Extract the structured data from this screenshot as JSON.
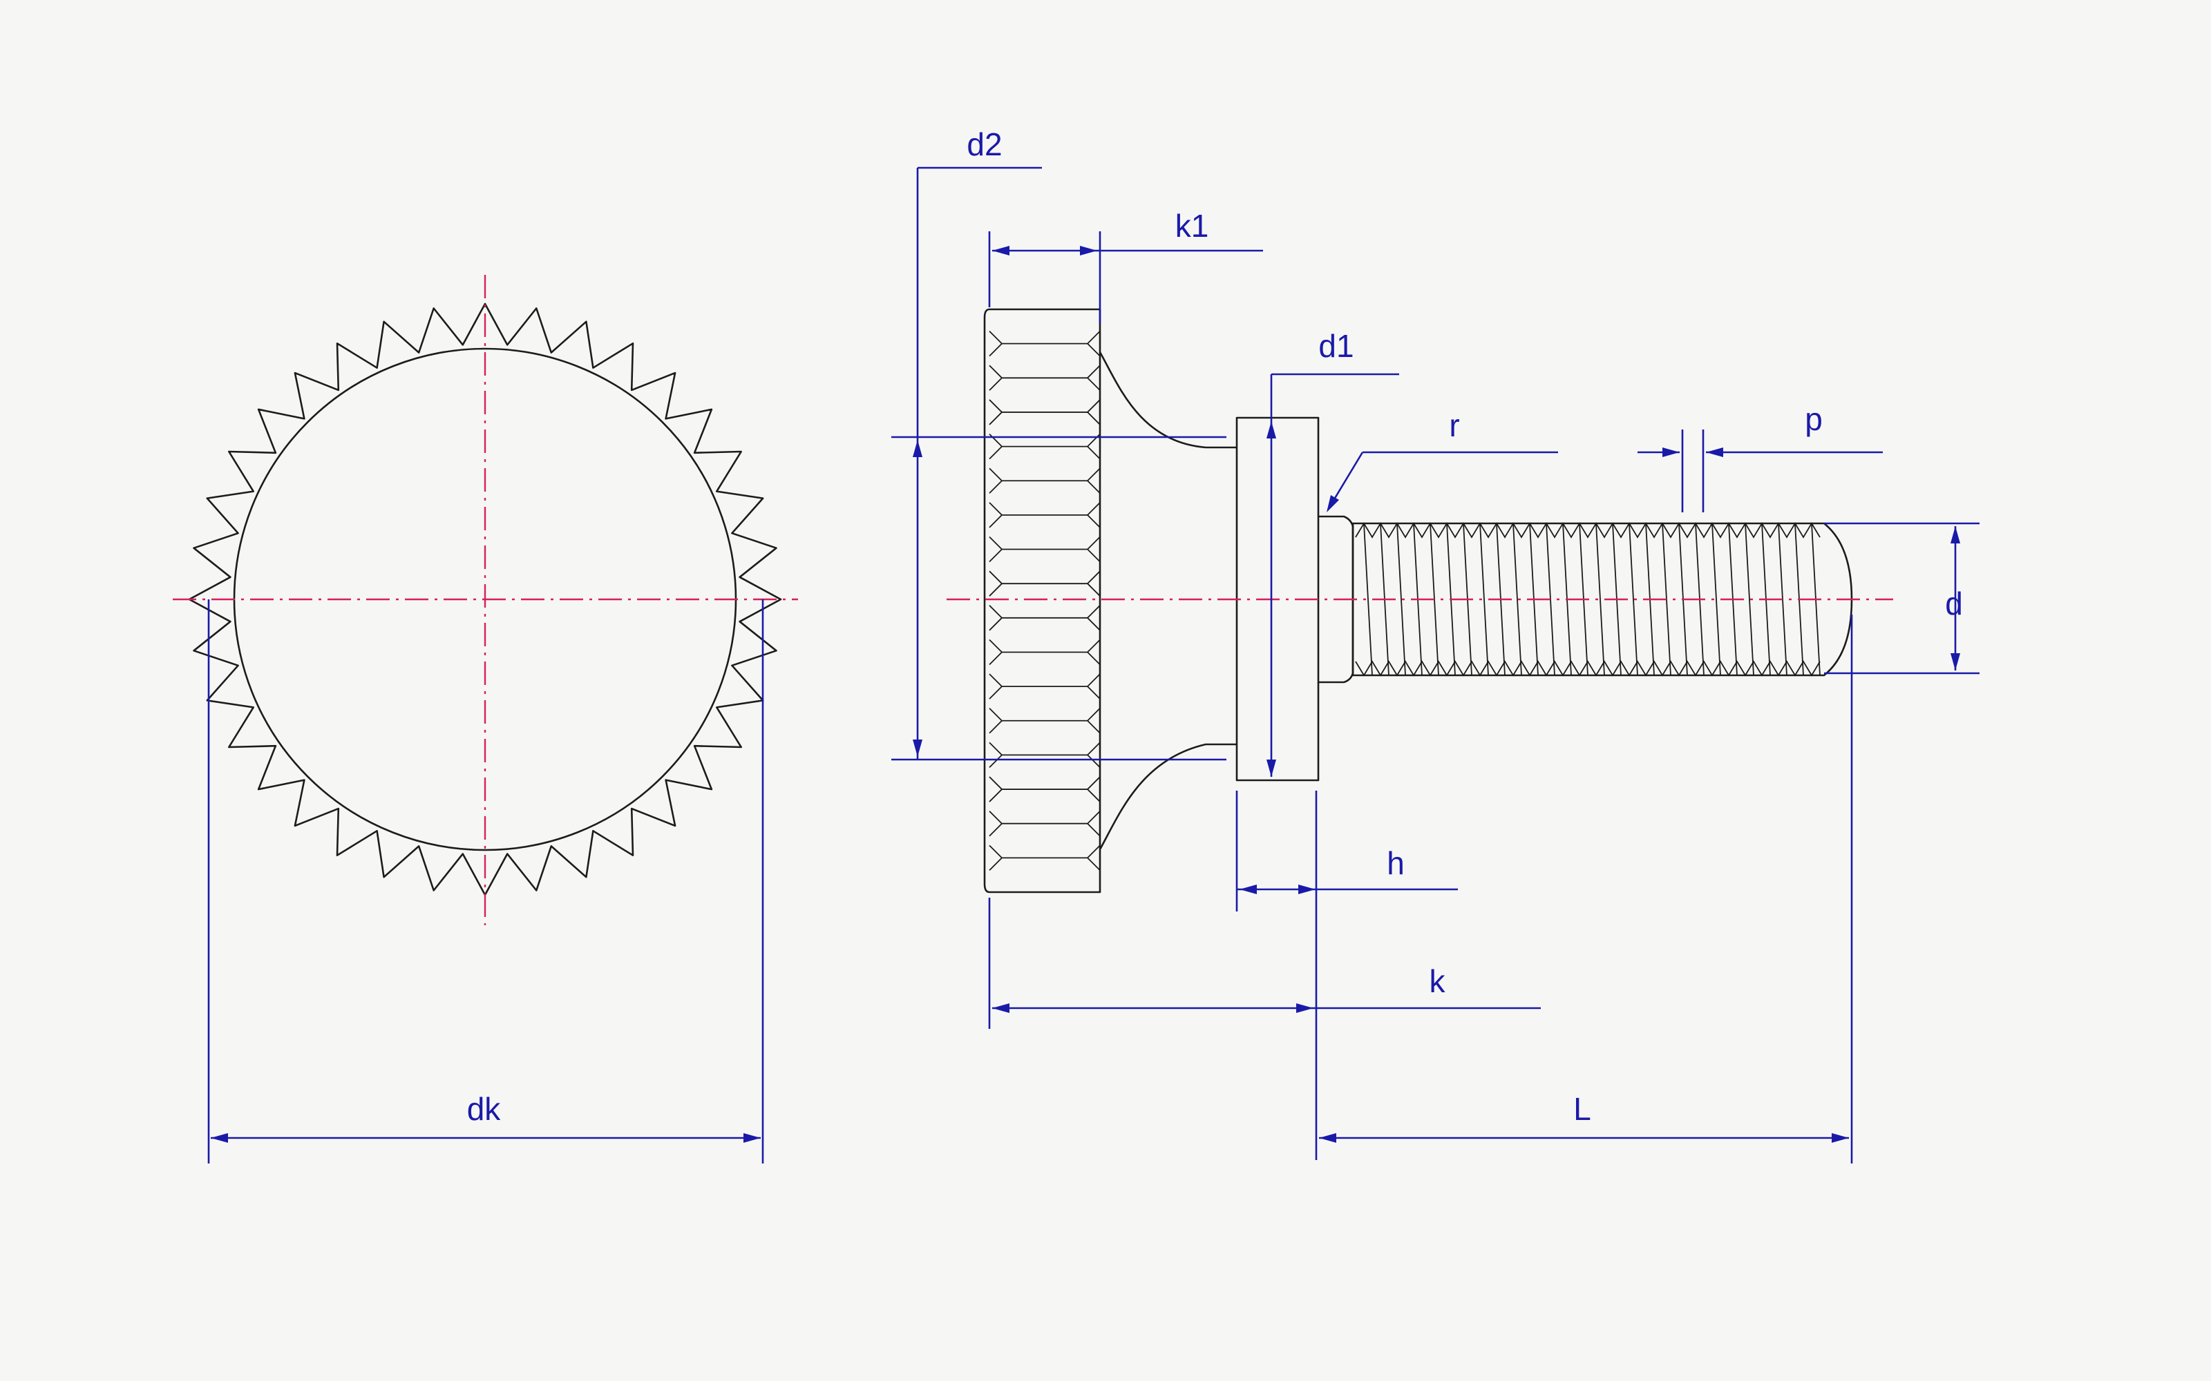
{
  "diagram": {
    "colors": {
      "outline": "#1c1c1c",
      "dimension": "#1a1aa8",
      "centerline": "#d6205a",
      "background": "#f6f6f5"
    },
    "labels": {
      "d2": "d2",
      "k1": "k1",
      "d1": "d1",
      "r": "r",
      "p": "p",
      "d": "d",
      "h": "h",
      "k": "k",
      "dk": "dk",
      "L": "L"
    }
  }
}
